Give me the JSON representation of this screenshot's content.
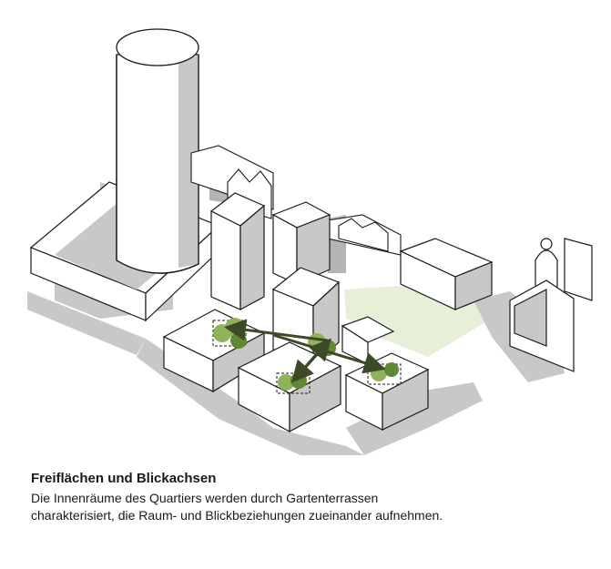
{
  "caption": {
    "title": "Freiflächen und Blickachsen",
    "body_line_1": "Die Innenräume des Quartiers werden durch Gartenterrassen",
    "body_line_2": "charakterisiert, die Raum- und Blickbeziehungen zueinander aufnehmen."
  },
  "colors": {
    "outline": "#1a1a1a",
    "shadow": "#c8c8c8",
    "shadow_dark": "#b4b4b4",
    "green_canopy": "#8fb35a",
    "green_canopy_dark": "#5f8a35",
    "green_ground": "#e6efd8",
    "axis_arrow": "#3d4a26",
    "building_fill": "#ffffff"
  }
}
